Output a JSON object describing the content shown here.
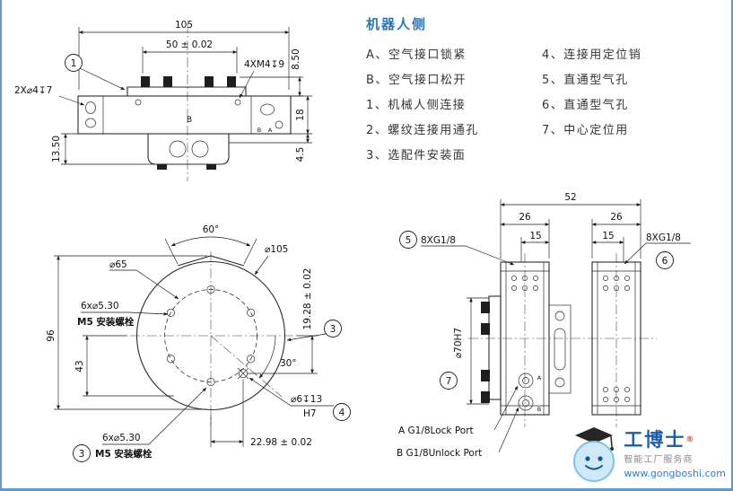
{
  "colors": {
    "frame_blue": "#5b9bd5",
    "legend_title_blue": "#2e75b6",
    "line_dark": "#1a1a1a",
    "watermark_blue": "#2a7fd4"
  },
  "legend": {
    "title": "机器人侧",
    "col1": [
      "A、空气接口锁紧",
      "B、空气接口松开",
      "1、机械人侧连接",
      "2、螺纹连接用通孔",
      "3、选配件安装面"
    ],
    "col2": [
      "4、连接用定位销",
      "5、直通型气孔",
      "6、直通型气孔",
      "7、中心定位用"
    ]
  },
  "front": {
    "dim_105": "105",
    "dim_50": "50 ± 0.02",
    "dim_850": "8.50",
    "note_m4": "4XM4↧9",
    "note_d4": "2X⌀4↧7",
    "dim_18": "18",
    "dim_45": "4.5",
    "dim_1350": "13.50",
    "balloon_1": "1",
    "label_b": "B",
    "label_cap_b": "B",
    "label_cap_a": "A"
  },
  "flange": {
    "dim_60": "60°",
    "dim_d65": "⌀65",
    "dim_d105": "⌀105",
    "note_top_1": "6x⌀5.30",
    "note_top_2": "M5 安装螺栓",
    "dim_96": "96",
    "dim_43": "43",
    "dim_1928": "19.28 ± 0.02",
    "balloon_3": "3",
    "dim_30": "30°",
    "note_pin_1": "⌀6↧13",
    "note_pin_2": "H7",
    "balloon_4": "4",
    "note_bot_1": "6x⌀5.30",
    "note_bot_2": "M5 安装螺栓",
    "balloon_3b": "3",
    "dim_2298": "22.98 ± 0.02"
  },
  "side": {
    "dim_52": "52",
    "dim_26_left": "26",
    "dim_15_left": "15",
    "note_g18_left": "8XG1/8",
    "balloon_5": "5",
    "dim_26_right": "26",
    "dim_15_right": "15",
    "note_g18_right": "8XG1/8",
    "balloon_6": "6",
    "dim_d70": "⌀70H7",
    "balloon_7": "7",
    "port_a_letter": "A",
    "port_b_letter": "B",
    "label_lock": "A  G1/8Lock Port",
    "label_unlock": "B  G1/8Unlock Port"
  },
  "watermark": {
    "brand": "工博士",
    "reg": "®",
    "tagline": "智能工厂服务商",
    "url": "www.gongboshi.com"
  }
}
